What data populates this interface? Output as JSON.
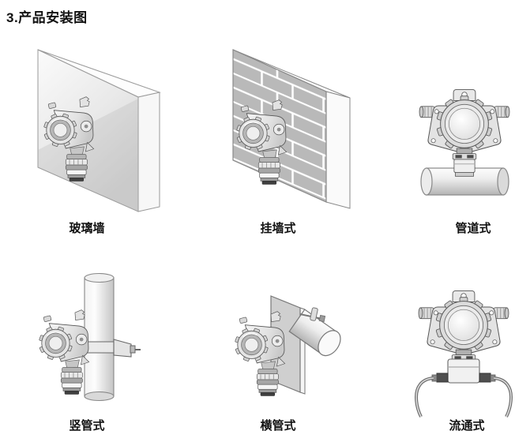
{
  "title": "3.产品安装图",
  "figures": [
    {
      "id": "glass-wall",
      "label": "玻璃墙"
    },
    {
      "id": "wall-mount",
      "label": "挂墙式"
    },
    {
      "id": "pipeline",
      "label": "管道式"
    },
    {
      "id": "vertical-pipe",
      "label": "竖管式"
    },
    {
      "id": "horizontal-pipe",
      "label": "横管式"
    },
    {
      "id": "flow-through",
      "label": "流通式"
    }
  ],
  "colors": {
    "background": "#ffffff",
    "text": "#111111",
    "brick_gray": "#b9b9b9",
    "panel_gray": "#e9e9e9",
    "outline_gray": "#666666"
  }
}
